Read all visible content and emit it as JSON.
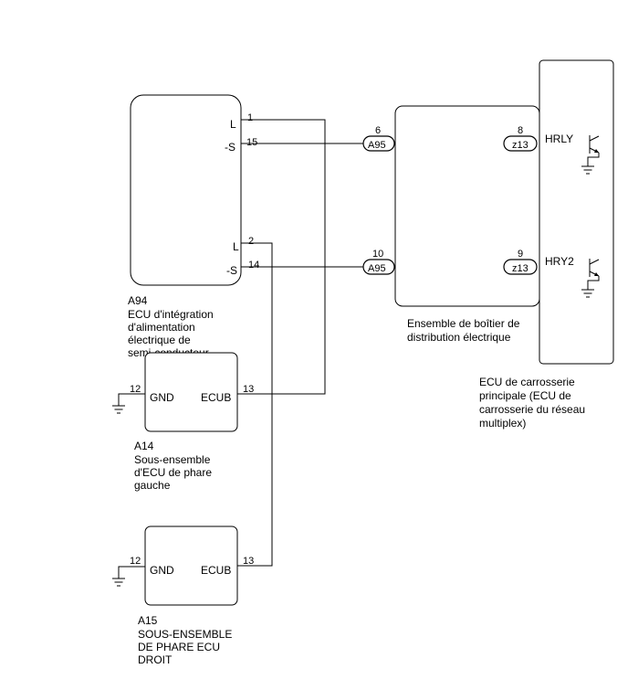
{
  "components": {
    "a94": {
      "code": "A94",
      "name_lines": [
        "ECU d'intégration",
        "d'alimentation",
        "électrique de",
        "semi-conducteur"
      ],
      "pins": [
        {
          "label": "L",
          "num": "1"
        },
        {
          "label": "-S",
          "num": "15"
        },
        {
          "label": "L",
          "num": "2"
        },
        {
          "label": "-S",
          "num": "14"
        }
      ]
    },
    "a14": {
      "code": "A14",
      "name_lines": [
        "Sous-ensemble",
        "d'ECU de phare",
        "gauche"
      ],
      "gnd_label": "GND",
      "gnd_pin": "12",
      "ecub_label": "ECUB",
      "ecub_pin": "13"
    },
    "a15": {
      "code": "A15",
      "name_lines": [
        "SOUS-ENSEMBLE",
        "DE PHARE ECU",
        "DROIT"
      ],
      "gnd_label": "GND",
      "gnd_pin": "12",
      "ecub_label": "ECUB",
      "ecub_pin": "13"
    },
    "junction": {
      "name_lines": [
        "Ensemble de boîtier de",
        "distribution électrique"
      ],
      "connectors": [
        {
          "pin": "6",
          "code": "A95"
        },
        {
          "pin": "8",
          "code": "z13"
        },
        {
          "pin": "10",
          "code": "A95"
        },
        {
          "pin": "9",
          "code": "z13"
        }
      ]
    },
    "body_ecu": {
      "name_lines": [
        "ECU de carrosserie",
        "principale (ECU de",
        "carrosserie du réseau",
        "multiplex)"
      ],
      "signals": [
        "HRLY",
        "HRY2"
      ]
    }
  },
  "colors": {
    "line": "#000000",
    "background": "#ffffff"
  }
}
